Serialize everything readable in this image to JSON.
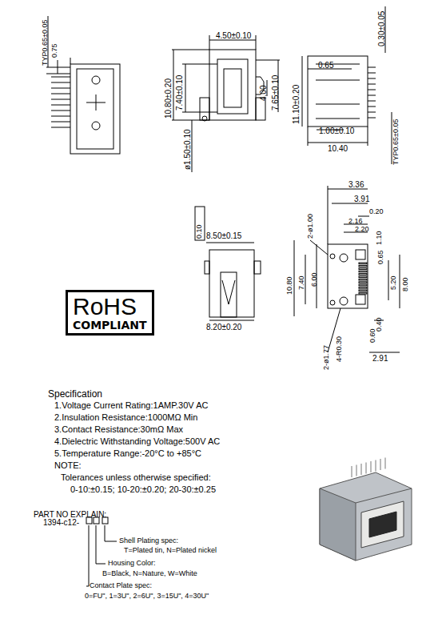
{
  "diagram": {
    "nodes": [
      {
        "text": [
          "RoHS",
          "COMPLIANT"
        ]
      }
    ],
    "labels": [
      "TYP0.65±0.05",
      "0.75",
      "4.50±0.10",
      "7.40±0.10",
      "10.80±0.20",
      "7.65±0.10",
      "4.00",
      "ø1.50±0.10",
      "0.65",
      "0.30±0.05",
      "11.10±0.20",
      "1.00±0.10",
      "10.40",
      "TYP0.65±0.05",
      "0.10",
      "8.50±0.15",
      "8.20±0.20",
      "3.36",
      "3.91",
      "0.20",
      "2-ø1.00",
      "2.16",
      "2.20",
      "1.10",
      "0.65",
      "6.00",
      "7.40",
      "10.80",
      "5.20",
      "8.00",
      "0.40",
      "4-R0.30",
      "2-ø1.77",
      "0.60",
      "2.91",
      "Specification",
      "1.Voltage Current Rating:1AMP.30V AC",
      "2.Insulation Resistance:1000MΩ  Min",
      "3.Contact Resistance:30mΩ  Max",
      "4.Dielectric Withstanding Voltage:500V AC",
      "5.Temperature Range:-20°C to +85°C",
      "NOTE:",
      "Tolerances unless otherwise specified:",
      "0-10:±0.15; 10-20:±0.20; 20-30:±0.25",
      "PART NO EXPLAIN:",
      "1394-c12-",
      "Shell Plating spec:",
      "T=Plated tin, N=Plated nickel",
      "Housing Color:",
      "B=Black, N=Nature, W=White",
      "Contact Plate spec:",
      "0=FU\", 1=3U\", 2=6U\", 3=15U\", 4=30U\""
    ]
  }
}
